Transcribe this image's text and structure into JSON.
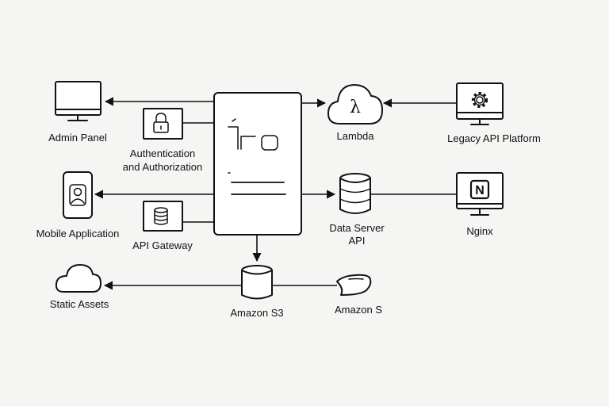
{
  "nodes": {
    "admin_panel": {
      "label": "Admin Panel",
      "icon": "monitor-icon"
    },
    "auth": {
      "label_line1": "Authentication",
      "label_line2": "and Authorization",
      "icon": "lock-icon"
    },
    "mobile_app": {
      "label": "Mobile Application",
      "icon": "mobile-user-icon"
    },
    "api_gateway": {
      "label": "API Gateway",
      "icon": "database-icon"
    },
    "static_assets": {
      "label": "Static Assets",
      "icon": "cloud-icon"
    },
    "lambda": {
      "label": "Lambda",
      "icon": "lambda-cloud-icon"
    },
    "legacy_api": {
      "label": "Legacy API Platform",
      "icon": "monitor-gear-icon"
    },
    "data_server": {
      "label_line1": "Data Server",
      "label_line2": "API",
      "icon": "database-icon"
    },
    "nginx": {
      "label": "Nginx",
      "icon": "monitor-nginx-icon",
      "glyph": "N"
    },
    "amazon_s3": {
      "label": "Amazon S3",
      "icon": "database-icon"
    },
    "amazon_s": {
      "label": "Amazon S",
      "icon": "scroll-icon"
    },
    "central": {
      "icon": "central-document-server-icon"
    }
  },
  "edges": [
    {
      "from": "central",
      "to": "admin_panel"
    },
    {
      "from": "central",
      "to": "lambda"
    },
    {
      "from": "legacy_api",
      "to": "lambda"
    },
    {
      "from": "central",
      "to": "mobile_app"
    },
    {
      "from": "central",
      "to": "data_server"
    },
    {
      "from": "data_server",
      "to": "nginx"
    },
    {
      "from": "central",
      "to": "amazon_s3"
    },
    {
      "from": "amazon_s3",
      "to": "static_assets"
    },
    {
      "from": "amazon_s",
      "to": "amazon_s3"
    }
  ],
  "colors": {
    "stroke": "#111111",
    "background": "#f5f5f4",
    "fill": "#ffffff"
  }
}
